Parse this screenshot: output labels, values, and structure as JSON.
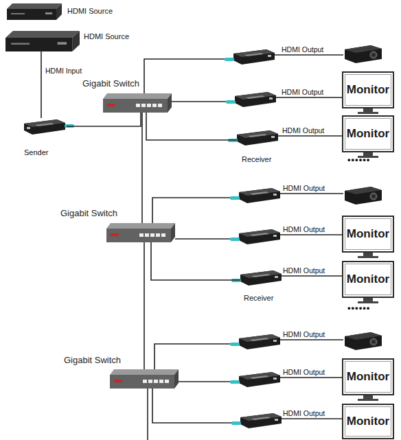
{
  "diagram": {
    "nodes": [
      {
        "text": [
          "HDMI Source"
        ]
      },
      {
        "text": [
          "HDMI Source"
        ]
      },
      {
        "text": [
          "Sender"
        ]
      },
      {
        "text": [
          "Gigabit Switch"
        ]
      },
      {
        "text": [
          "Monitor"
        ]
      },
      {
        "text": [
          "Monitor"
        ]
      },
      {
        "text": [
          "Receiver"
        ]
      },
      {
        "text": [
          "Gigabit Switch"
        ]
      },
      {
        "text": [
          "Monitor"
        ]
      },
      {
        "text": [
          "Monitor"
        ]
      },
      {
        "text": [
          "Receiver"
        ]
      },
      {
        "text": [
          "Gigabit Switch"
        ]
      },
      {
        "text": [
          "Monitor"
        ]
      },
      {
        "text": [
          "Monitor"
        ]
      }
    ],
    "edges": [
      {
        "from": 1,
        "to": 2,
        "label": "HDMI Input",
        "arrow": "none"
      },
      {
        "from": 2,
        "to": 3,
        "arrow": "none"
      },
      {
        "from": 3,
        "to": 6,
        "arrow": "none"
      },
      {
        "from": 6,
        "to": 5,
        "label": "HDMI Output",
        "arrow": "none"
      },
      {
        "from": 3,
        "to": 7,
        "arrow": "none"
      },
      {
        "from": 7,
        "to": 10,
        "arrow": "none"
      },
      {
        "from": 10,
        "to": 9,
        "label": "HDMI Output",
        "arrow": "none"
      },
      {
        "from": 7,
        "to": 11,
        "arrow": "none"
      }
    ],
    "labels": [
      "HDMI Output",
      "HDMI Output",
      "••••••",
      "HDMI Output",
      "HDMI Output",
      "••••••",
      "HDMI Output",
      "HDMI Output",
      "HDMI Output"
    ]
  }
}
